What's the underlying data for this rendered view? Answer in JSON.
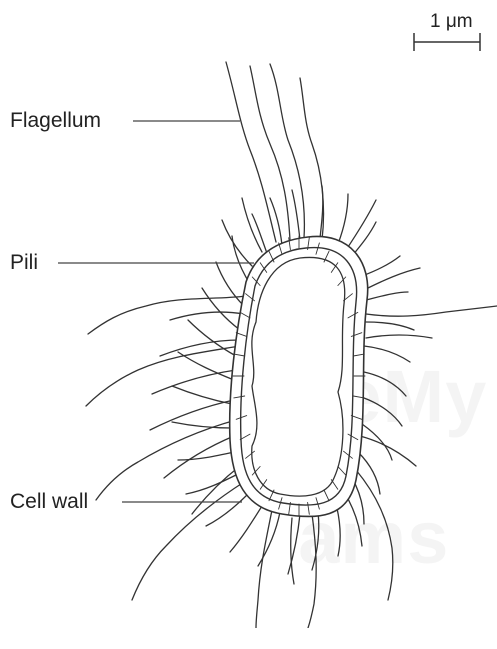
{
  "labels": {
    "flagellum": "Flagellum",
    "pili": "Pili",
    "cell_wall": "Cell wall"
  },
  "scale_bar": {
    "label": "1 μm"
  },
  "watermark": {
    "line1": "veMy",
    "line2": "ams"
  },
  "colors": {
    "ink": "#333333",
    "text": "#222222"
  }
}
